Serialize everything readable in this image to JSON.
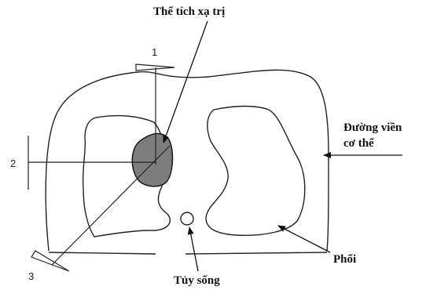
{
  "labels": {
    "target_volume": "Thể tích xạ trị",
    "body_contour_line1": "Đường viền",
    "body_contour_line2": "cơ thể",
    "lung": "Phổi",
    "spinal_cord": "Tủy sống"
  },
  "beams": [
    {
      "number": "1"
    },
    {
      "number": "2"
    },
    {
      "number": "3"
    }
  ],
  "colors": {
    "ink": "#111111",
    "tumor_fill": "#7d7d7d"
  }
}
